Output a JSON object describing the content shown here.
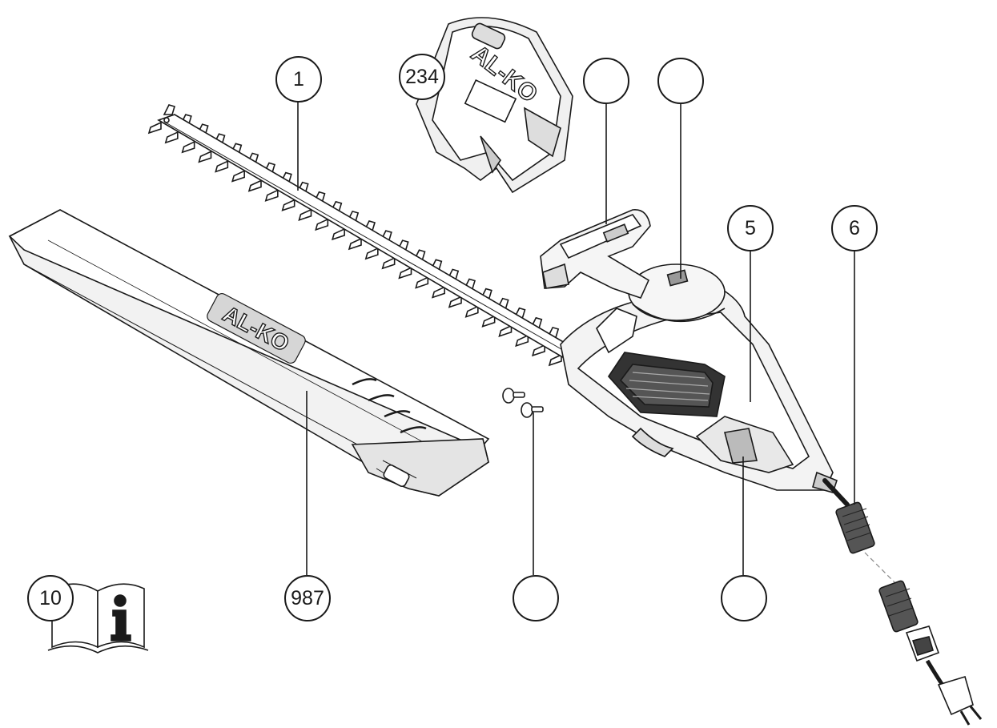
{
  "callouts": {
    "c1": "1",
    "c234": "234",
    "c_handle": "",
    "c_button": "",
    "c5": "5",
    "c6": "6",
    "c10": "10",
    "c987": "987",
    "c_screws": "",
    "c_trigger": ""
  },
  "brand": {
    "logo_text": "AL-KO"
  }
}
